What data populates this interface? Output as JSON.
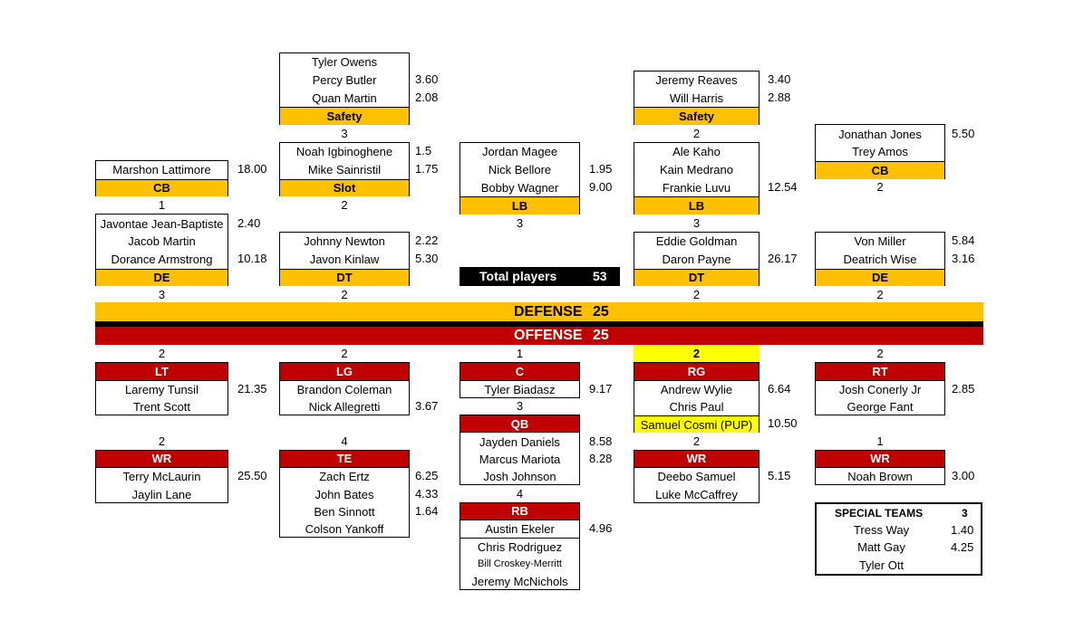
{
  "colors": {
    "defense": "#FFC000",
    "offense": "#C00000",
    "highlight": "#FFFF00",
    "total": "#000000"
  },
  "totals": {
    "label": "Total players",
    "count": "53"
  },
  "defense_banner": {
    "label": "DEFENSE",
    "count": "25"
  },
  "offense_banner": {
    "label": "OFFENSE",
    "count": "25"
  },
  "defense": [
    {
      "id": "cb-left",
      "position": "CB",
      "count": "1",
      "players": [
        {
          "name": "Marshon Lattimore",
          "value": "18.00"
        }
      ]
    },
    {
      "id": "de-left",
      "position": "DE",
      "count": "3",
      "players": [
        {
          "name": "Javontae Jean-Baptiste",
          "value": "2.40"
        },
        {
          "name": "Jacob Martin",
          "value": ""
        },
        {
          "name": "Dorance Armstrong",
          "value": "10.18"
        }
      ]
    },
    {
      "id": "safety-left",
      "position": "Safety",
      "count": "3",
      "players": [
        {
          "name": "Tyler Owens",
          "value": ""
        },
        {
          "name": "Percy Butler",
          "value": "3.60"
        },
        {
          "name": "Quan Martin",
          "value": "2.08"
        }
      ]
    },
    {
      "id": "slot",
      "position": "Slot",
      "count": "2",
      "players": [
        {
          "name": "Noah Igbinoghene",
          "value": "1.5"
        },
        {
          "name": "Mike Sainristil",
          "value": "1.75"
        }
      ]
    },
    {
      "id": "dt-left",
      "position": "DT",
      "count": "2",
      "players": [
        {
          "name": "Johnny Newton",
          "value": "2.22"
        },
        {
          "name": "Javon Kinlaw",
          "value": "5.30"
        }
      ]
    },
    {
      "id": "lb-left",
      "position": "LB",
      "count": "3",
      "players": [
        {
          "name": "Jordan Magee",
          "value": ""
        },
        {
          "name": "Nick Bellore",
          "value": "1.95"
        },
        {
          "name": "Bobby Wagner",
          "value": "9.00"
        }
      ]
    },
    {
      "id": "safety-right",
      "position": "Safety",
      "count": "2",
      "players": [
        {
          "name": "Jeremy Reaves",
          "value": "3.40"
        },
        {
          "name": "Will Harris",
          "value": "2.88"
        }
      ]
    },
    {
      "id": "lb-right",
      "position": "LB",
      "count": "3",
      "players": [
        {
          "name": "Ale Kaho",
          "value": ""
        },
        {
          "name": "Kain Medrano",
          "value": ""
        },
        {
          "name": "Frankie Luvu",
          "value": "12.54"
        }
      ]
    },
    {
      "id": "dt-right",
      "position": "DT",
      "count": "2",
      "players": [
        {
          "name": "Eddie Goldman",
          "value": ""
        },
        {
          "name": "Daron Payne",
          "value": "26.17"
        }
      ]
    },
    {
      "id": "cb-right",
      "position": "CB",
      "count": "2",
      "players": [
        {
          "name": "Jonathan Jones",
          "value": "5.50"
        },
        {
          "name": "Trey Amos",
          "value": ""
        }
      ]
    },
    {
      "id": "de-right",
      "position": "DE",
      "count": "2",
      "players": [
        {
          "name": "Von Miller",
          "value": "5.84"
        },
        {
          "name": "Deatrich Wise",
          "value": "3.16"
        }
      ]
    }
  ],
  "offense": [
    {
      "id": "lt",
      "position": "LT",
      "count": "2",
      "players": [
        {
          "name": "Laremy Tunsil",
          "value": "21.35"
        },
        {
          "name": "Trent Scott",
          "value": ""
        }
      ]
    },
    {
      "id": "wr-left",
      "position": "WR",
      "count": "2",
      "players": [
        {
          "name": "Terry McLaurin",
          "value": "25.50"
        },
        {
          "name": "Jaylin Lane",
          "value": ""
        }
      ]
    },
    {
      "id": "lg",
      "position": "LG",
      "count": "2",
      "players": [
        {
          "name": "Brandon Coleman",
          "value": ""
        },
        {
          "name": "Nick Allegretti",
          "value": "3.67"
        }
      ]
    },
    {
      "id": "te",
      "position": "TE",
      "count": "4",
      "players": [
        {
          "name": "Zach Ertz",
          "value": "6.25"
        },
        {
          "name": "John Bates",
          "value": "4.33"
        },
        {
          "name": "Ben Sinnott",
          "value": "1.64"
        },
        {
          "name": "Colson Yankoff",
          "value": ""
        }
      ]
    },
    {
      "id": "c",
      "position": "C",
      "count": "1",
      "players": [
        {
          "name": "Tyler Biadasz",
          "value": "9.17"
        }
      ]
    },
    {
      "id": "qb",
      "position": "QB",
      "count": "3",
      "players": [
        {
          "name": "Jayden Daniels",
          "value": "8.58"
        },
        {
          "name": "Marcus Mariota",
          "value": "8.28"
        },
        {
          "name": "Josh Johnson",
          "value": ""
        }
      ]
    },
    {
      "id": "rb",
      "position": "RB",
      "count": "4",
      "players": [
        {
          "name": "Austin Ekeler",
          "value": "4.96"
        },
        {
          "name": "Chris Rodriguez",
          "value": ""
        },
        {
          "name": "Bill Croskey-Merritt",
          "value": ""
        },
        {
          "name": "Jeremy McNichols",
          "value": ""
        }
      ]
    },
    {
      "id": "rg",
      "position": "RG",
      "count": "2",
      "players": [
        {
          "name": "Andrew Wylie",
          "value": "6.64"
        },
        {
          "name": "Chris Paul",
          "value": ""
        },
        {
          "name": "Samuel Cosmi (PUP)",
          "value": "10.50"
        }
      ]
    },
    {
      "id": "wr-mid",
      "position": "WR",
      "count": "2",
      "players": [
        {
          "name": "Deebo Samuel",
          "value": "5.15"
        },
        {
          "name": "Luke McCaffrey",
          "value": ""
        }
      ]
    },
    {
      "id": "rt",
      "position": "RT",
      "count": "2",
      "players": [
        {
          "name": "Josh Conerly Jr",
          "value": "2.85"
        },
        {
          "name": "George Fant",
          "value": ""
        }
      ]
    },
    {
      "id": "wr-right",
      "position": "WR",
      "count": "1",
      "players": [
        {
          "name": "Noah Brown",
          "value": "3.00"
        }
      ]
    }
  ],
  "special_teams": {
    "label": "SPECIAL TEAMS",
    "count": "3",
    "players": [
      {
        "name": "Tress Way",
        "value": "1.40"
      },
      {
        "name": "Matt Gay",
        "value": "4.25"
      },
      {
        "name": "Tyler Ott",
        "value": ""
      }
    ]
  }
}
